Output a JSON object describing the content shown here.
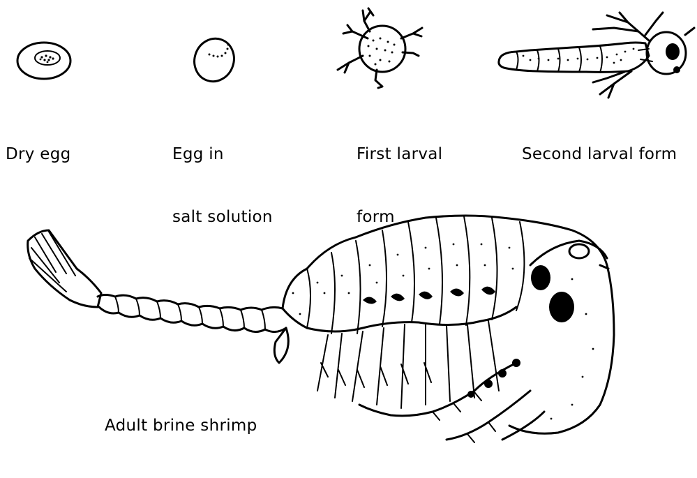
{
  "stages": [
    {
      "label_lines": [
        "Dry egg"
      ]
    },
    {
      "label_lines": [
        "Egg in",
        "salt solution"
      ]
    },
    {
      "label_lines": [
        "First larval",
        "form"
      ]
    },
    {
      "label_lines": [
        "Second larval form"
      ]
    }
  ],
  "adult": {
    "label": "Adult brine shrimp"
  }
}
